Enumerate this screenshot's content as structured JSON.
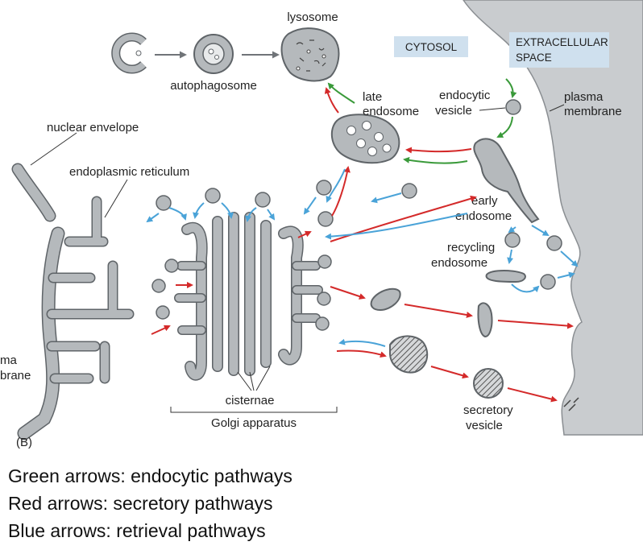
{
  "labels": {
    "lysosome": "lysosome",
    "autophagosome": "autophagosome",
    "cytosol": "CYTOSOL",
    "extracellular_1": "EXTRACELLULAR",
    "extracellular_2": "SPACE",
    "late_endosome_1": "late",
    "late_endosome_2": "endosome",
    "endocytic_vesicle_1": "endocytic",
    "endocytic_vesicle_2": "vesicle",
    "plasma_membrane_1": "plasma",
    "plasma_membrane_2": "membrane",
    "nuclear_envelope": "nuclear envelope",
    "endoplasmic_reticulum": "endoplasmic reticulum",
    "early_endosome_1": "early",
    "early_endosome_2": "endosome",
    "recycling_endosome_1": "recycling",
    "recycling_endosome_2": "endosome",
    "plasma_membrane_left_1": "ma",
    "plasma_membrane_left_2": "brane",
    "cisternae": "cisternae",
    "golgi_apparatus": "Golgi apparatus",
    "secretory_vesicle_1": "secretory",
    "secretory_vesicle_2": "vesicle",
    "panel": "(B)"
  },
  "legend": [
    "Green arrows: endocytic pathways",
    "Red arrows: secretory pathways",
    "Blue arrows: retrieval pathways"
  ],
  "colors": {
    "organelle": "#b5b9bc",
    "outline": "#5f6468",
    "cytosol_box": "#cfe0ee",
    "extracellular": "#c9cccf",
    "green_arrow": "#3a9a3a",
    "red_arrow": "#d42a2a",
    "blue_arrow": "#4aa3d8"
  }
}
